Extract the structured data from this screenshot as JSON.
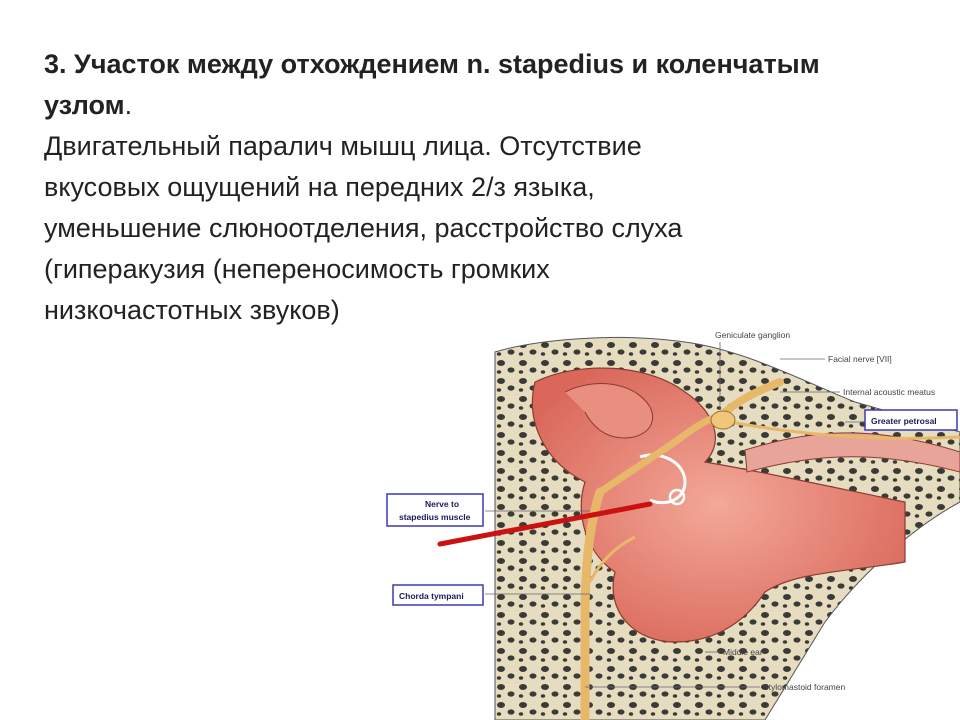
{
  "slide": {
    "title_main": "3. Участок между отхождением n. stapedius и коленчатым узлом",
    "title_dot": ".",
    "body_lines": [
      "Двигательный паралич мышц лица. Отсутствие",
      "вкусовых ощущений на передних 2/з языка,",
      "уменьшение слюноотделения, расстройство слуха",
      "(гиперакузия (непереносимость громких",
      "низкочастотных звуков)"
    ]
  },
  "figure": {
    "labels": {
      "geniculate_ganglion": "Geniculate ganglion",
      "facial_nerve": "Facial nerve [VII]",
      "internal_acoustic_meatus": "Internal acoustic meatus",
      "greater_petrosal": "Greater petrosal",
      "nerve_to_stapedius_line1": "Nerve to",
      "nerve_to_stapedius_line2": "stapedius muscle",
      "chorda_tympani": "Chorda tympani",
      "middle_ear": "Middle ear",
      "stylomastoid_foramen": "Stylomastoid foramen"
    },
    "colors": {
      "lesion_line": "#cc1111",
      "label_box_border": "#3b3bb5",
      "nerve": "#e8b86a",
      "mucosa": "#e9897c",
      "bone": "#e6dcc0"
    }
  }
}
